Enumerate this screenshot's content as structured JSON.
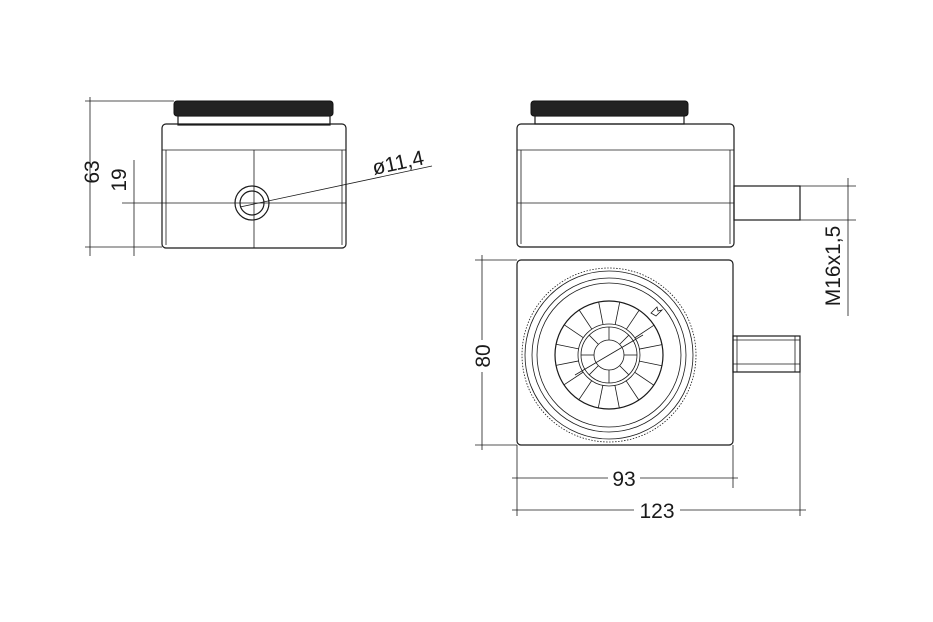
{
  "dimensions": {
    "height_total": "63",
    "hole_height": "19",
    "hole_diameter": "ø11,4",
    "thread": "M16x1,5",
    "depth": "80",
    "width_body": "93",
    "width_total": "123"
  },
  "colors": {
    "line": "#1a1a1a",
    "background": "#ffffff"
  }
}
